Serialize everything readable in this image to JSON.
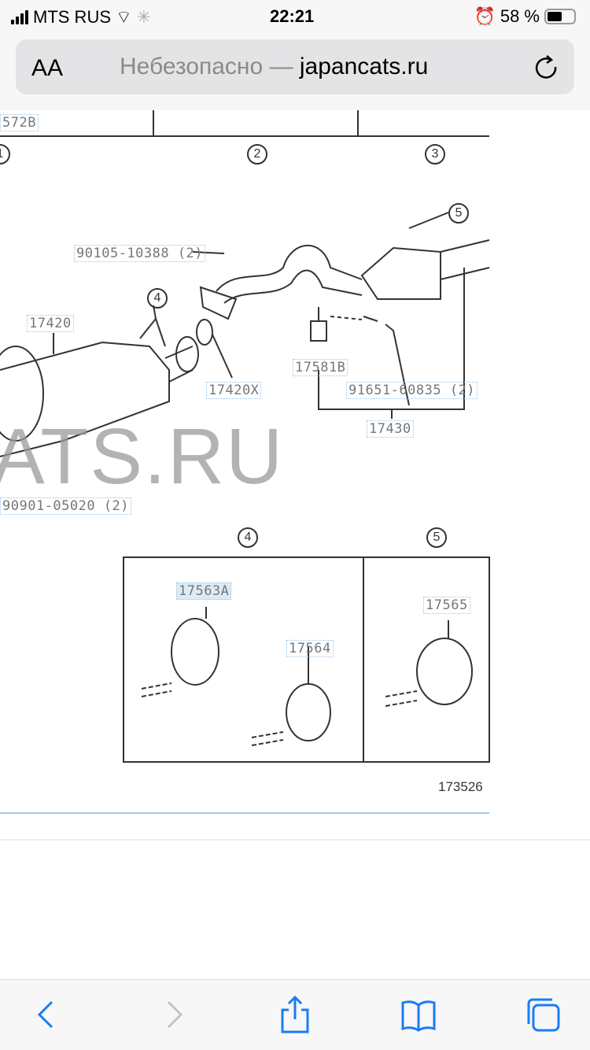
{
  "status": {
    "carrier": "MTS RUS",
    "time": "22:21",
    "battery": "58 %",
    "battery_level": 58
  },
  "browser": {
    "text_size": "AA",
    "security": "Небезопасно —",
    "domain": "japancats.ru"
  },
  "diagram": {
    "labels": {
      "p572b": "572B",
      "p90105": "90105-10388 (2)",
      "p17420": "17420",
      "p17420x": "17420X",
      "p17581b": "17581B",
      "p91651": "91651-60835 (2)",
      "p17430": "17430",
      "p90901": "90901-05020 (2)",
      "p17563a": "17563A",
      "p17564": "17564",
      "p17565": "17565",
      "ref": "173526"
    },
    "callouts": {
      "c1": "1",
      "c2": "2",
      "c3": "3",
      "c4": "4",
      "c5": "5",
      "c4b": "4",
      "c5b": "5"
    },
    "watermark": "ATS.RU"
  }
}
